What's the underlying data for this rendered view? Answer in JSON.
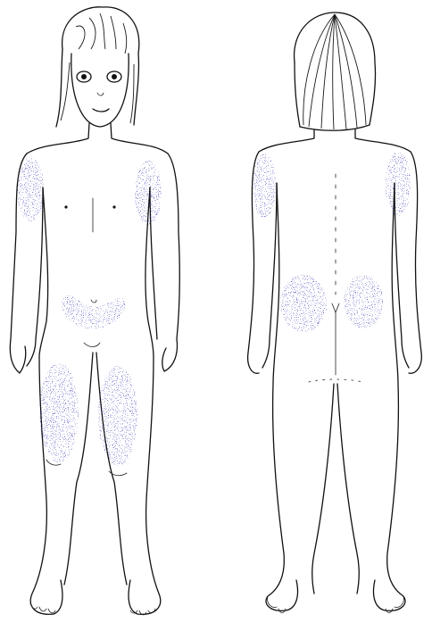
{
  "figure": {
    "views": [
      {
        "view": "front",
        "shaded_regions": [
          "right-upper-arm",
          "left-upper-arm",
          "lower-abdomen",
          "right-thigh",
          "left-thigh"
        ]
      },
      {
        "view": "back",
        "shaded_regions": [
          "right-upper-arm",
          "left-upper-arm",
          "right-buttock",
          "left-buttock"
        ]
      }
    ],
    "colors": {
      "lesion": "#3030b0",
      "outline": "#111111",
      "background": "#ffffff"
    }
  }
}
